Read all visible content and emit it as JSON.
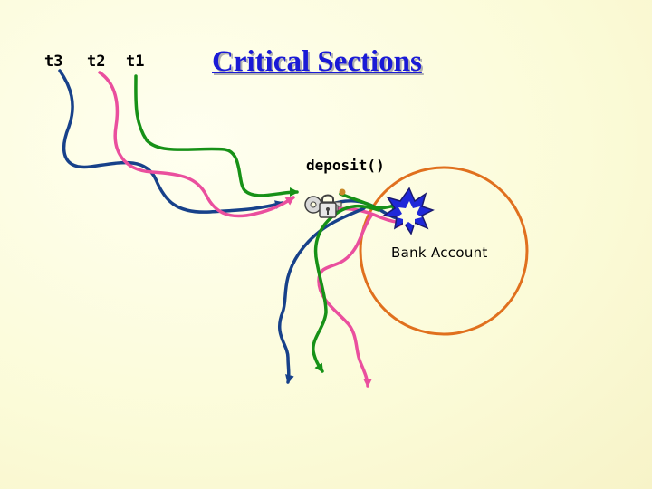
{
  "title": "Critical Sections",
  "threads": [
    {
      "label": "t3",
      "color": "#17418a"
    },
    {
      "label": "t2",
      "color": "#ea4f9e"
    },
    {
      "label": "t1",
      "color": "#179117"
    }
  ],
  "method_label": "deposit()",
  "resource_label": "Bank Account",
  "colors": {
    "title": "#1a1ad6",
    "account_circle": "#e0701e",
    "starburst_fill": "#1f28d8",
    "background": "#fbfbd8"
  },
  "icons": [
    "key-icon",
    "lock-icon",
    "starburst-icon"
  ]
}
